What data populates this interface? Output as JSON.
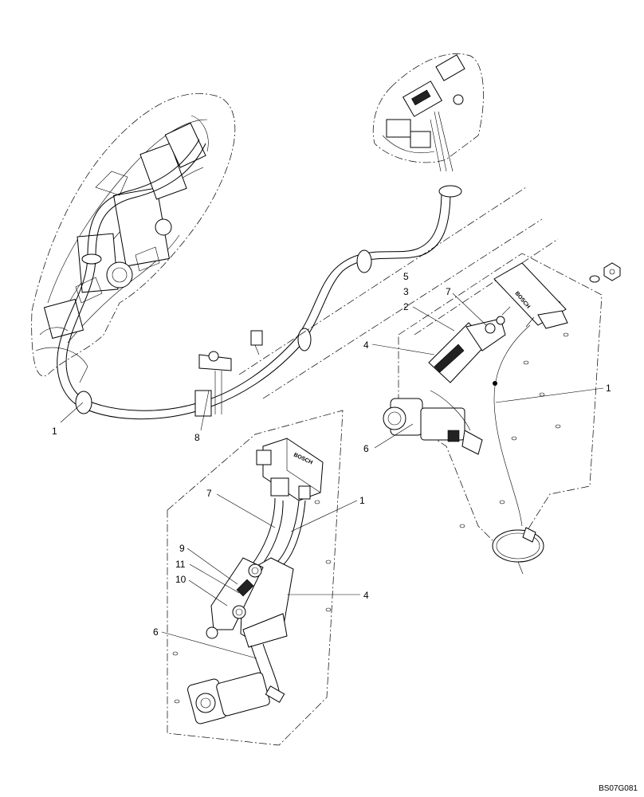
{
  "drawing_code": "BS07G081",
  "brand_labels": [
    "BOSCH",
    "BOSCH"
  ],
  "callouts": {
    "top_left_1": "1",
    "top_left_8": "8",
    "top_right_5": "5",
    "top_right_3": "3",
    "top_right_2": "2",
    "top_right_7": "7",
    "top_right_4": "4",
    "top_right_1": "1",
    "top_right_6": "6",
    "detail_7": "7",
    "detail_1": "1",
    "detail_9": "9",
    "detail_11": "11",
    "detail_10": "10",
    "detail_4": "4",
    "detail_6": "6"
  }
}
